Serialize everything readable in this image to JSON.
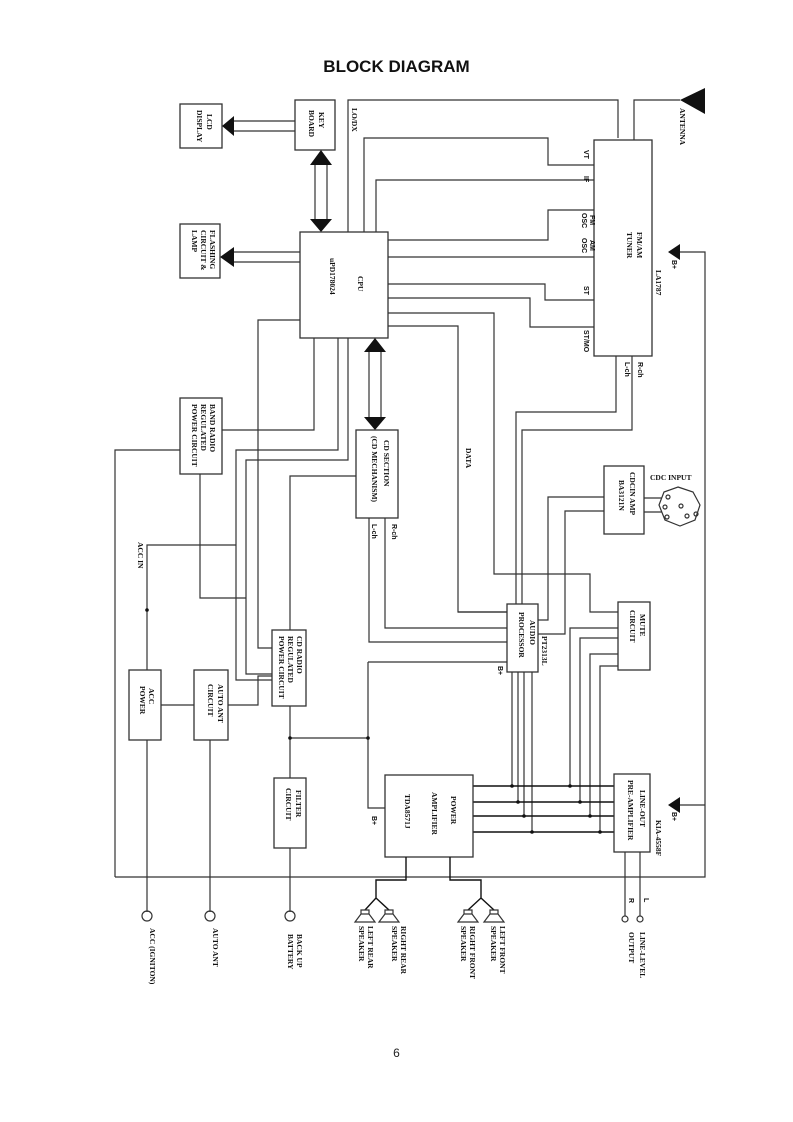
{
  "title": "BLOCK DIAGRAM",
  "page_number": "6",
  "blocks": {
    "lcd_display": [
      "LCD",
      "DISPLAY"
    ],
    "key_board": [
      "KEY",
      "BOARD"
    ],
    "flashing": [
      "FLASHING",
      "CIRCUIT &",
      "LAMP"
    ],
    "cpu": [
      "CPU",
      "uPD178024"
    ],
    "tuner": [
      "FM/AM",
      "TUNER"
    ],
    "tuner_chip": "LA1787",
    "band_radio": [
      "BAND RADIO",
      "REGULATED",
      "POWER CIRCUIT"
    ],
    "cd_section": [
      "CD SECTION",
      "(CD MECHANISM)"
    ],
    "cdcin_amp": [
      "CDCIN AMP",
      "BA3121N"
    ],
    "audio_proc": [
      "AUDIO",
      "PROCESSOR"
    ],
    "audio_chip": "PT2313L",
    "mute": [
      "MUTE",
      "CIRCUIT"
    ],
    "cd_radio": [
      "CD RADIO",
      "REGULATED",
      "POWER CIRCUIT"
    ],
    "acc_power": [
      "ACC",
      "POWER"
    ],
    "auto_ant": [
      "AUTO ANT",
      "CIRCUIT"
    ],
    "filter": [
      "FILTER",
      "CIRCUIT"
    ],
    "power_amp": [
      "POWER",
      "AMPLIFIER",
      "TDA8571J"
    ],
    "line_out": [
      "LINE-OUT",
      "PRE-AMPLIFIER"
    ],
    "line_out_chip": "KIA-4558F"
  },
  "signals": {
    "lo_dx": "LO/DX",
    "vt": "VT",
    "if": "IF",
    "fm_osc": [
      "FM",
      "OSC"
    ],
    "am_osc": [
      "AM",
      "OSC"
    ],
    "st": "ST",
    "st_mo": "ST/MO",
    "l_ch": "L-ch",
    "r_ch": "R-ch",
    "data": "DATA",
    "acc_in": "ACC IN",
    "b_plus": "B+",
    "r": "R",
    "l": "L",
    "antenna": "ANTENNA",
    "cdc_input": "CDC INPUT"
  },
  "terminals": {
    "acc": "ACC (IGNITON)",
    "auto_ant": "AUTO ANT",
    "backup": [
      "BACK UP",
      "BATTERY"
    ],
    "line_level": [
      "LINE-LEVEL",
      "OUTPUT"
    ]
  },
  "speakers": {
    "left_rear": [
      "LEFT REAR",
      "SPEAKER"
    ],
    "right_rear": [
      "RIGHT REAR",
      "SPEAKER"
    ],
    "right_front": [
      "RIGHT FRONT",
      "SPEAKER"
    ],
    "left_front": [
      "LEFT FRONT",
      "SPEAKER"
    ]
  }
}
